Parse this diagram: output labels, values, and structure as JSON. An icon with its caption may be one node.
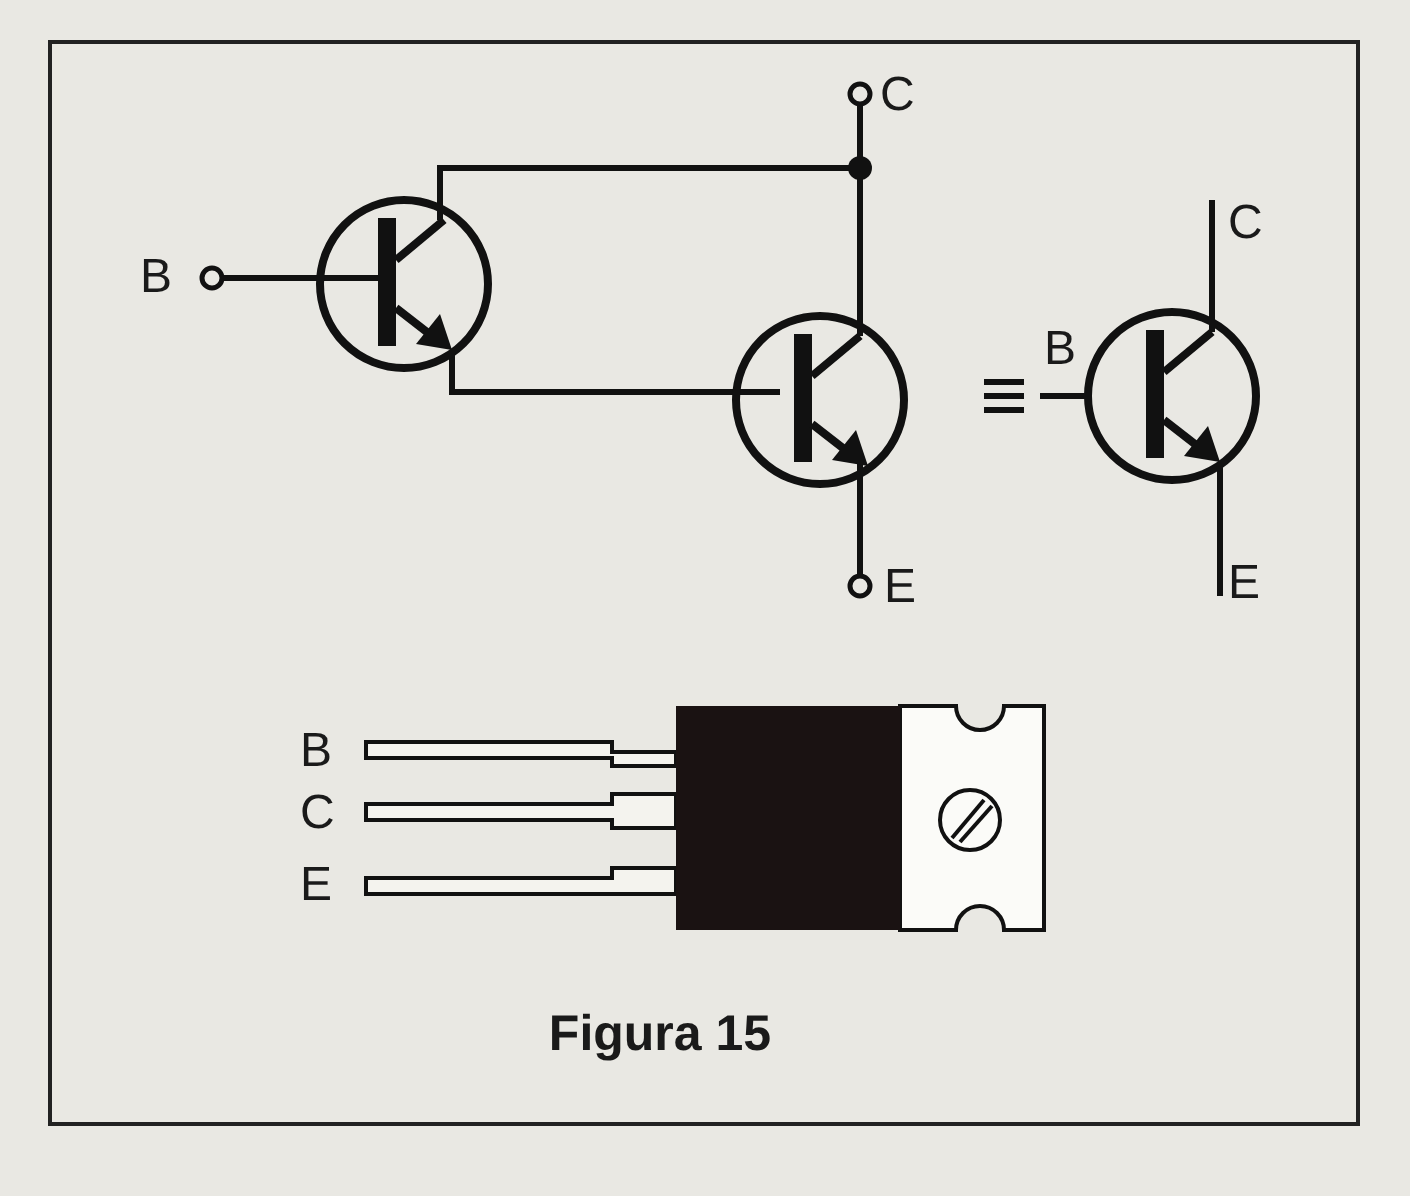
{
  "diagram": {
    "caption": "Figura 15",
    "labels": [
      "C",
      "B",
      "C",
      "B",
      "E",
      "E",
      "B",
      "C",
      "E"
    ]
  }
}
